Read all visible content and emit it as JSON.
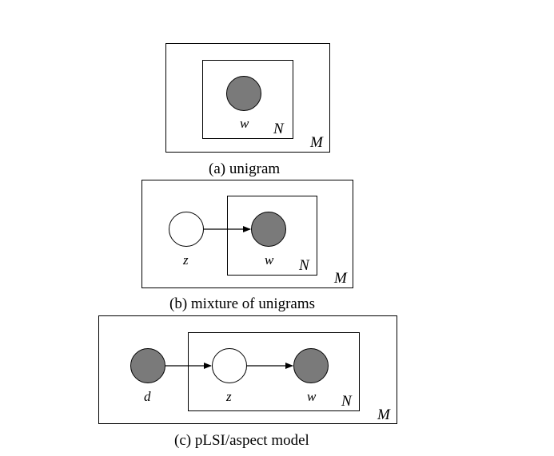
{
  "colors": {
    "observed_fill": "#7a7a7a",
    "latent_fill": "#ffffff",
    "line": "#000000"
  },
  "panels": [
    {
      "caption": "(a) unigram",
      "plate_outer_label": "M",
      "plate_inner_label": "N",
      "nodes": [
        {
          "var": "w",
          "kind": "observed"
        }
      ]
    },
    {
      "caption": "(b) mixture of unigrams",
      "plate_outer_label": "M",
      "plate_inner_label": "N",
      "nodes": [
        {
          "var": "z",
          "kind": "latent"
        },
        {
          "var": "w",
          "kind": "observed"
        }
      ],
      "edges": [
        [
          "z",
          "w"
        ]
      ]
    },
    {
      "caption": "(c) pLSI/aspect model",
      "plate_outer_label": "M",
      "plate_inner_label": "N",
      "nodes": [
        {
          "var": "d",
          "kind": "observed"
        },
        {
          "var": "z",
          "kind": "latent"
        },
        {
          "var": "w",
          "kind": "observed"
        }
      ],
      "edges": [
        [
          "d",
          "z"
        ],
        [
          "z",
          "w"
        ]
      ]
    }
  ]
}
